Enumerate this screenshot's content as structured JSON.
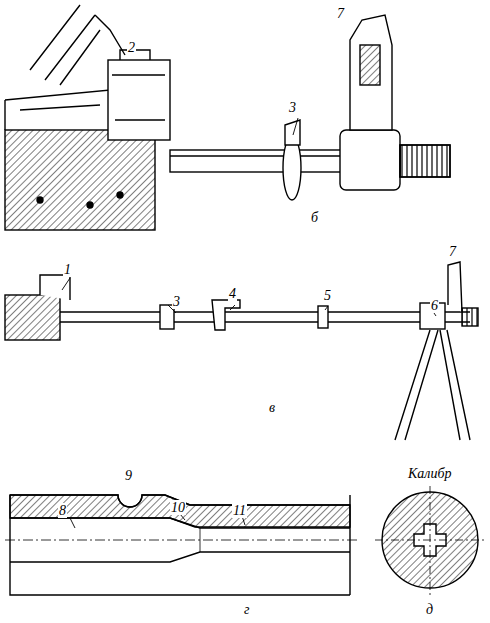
{
  "diagram": {
    "labels": [
      "2",
      "7",
      "3",
      "б",
      "1",
      "3",
      "4",
      "5",
      "6",
      "7",
      "в",
      "8",
      "9",
      "10",
      "11",
      "г",
      "Калибр",
      "д"
    ]
  }
}
